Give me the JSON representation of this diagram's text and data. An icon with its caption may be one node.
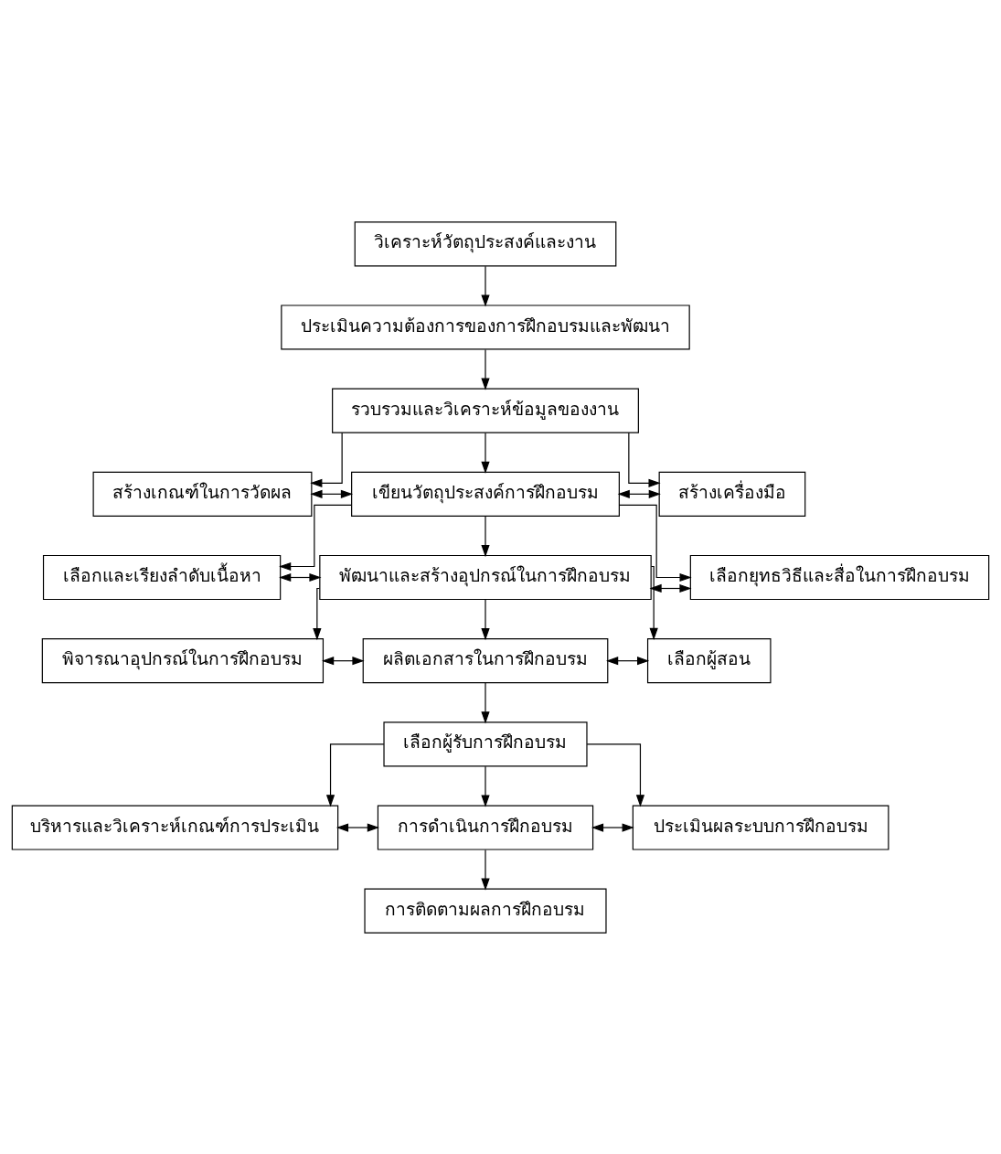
{
  "diagram": {
    "nodes": [
      {
        "text": [
          "วิเคราะห์วัตถุประสงค์และงาน"
        ]
      },
      {
        "text": [
          "ประเมินความต้องการของการฝึกอบรมและพัฒนา"
        ]
      },
      {
        "text": [
          "รวบรวมและวิเคราะห์ข้อมูลของงาน"
        ]
      },
      {
        "text": [
          "สร้างเกณฑ์ในการวัดผล"
        ]
      },
      {
        "text": [
          "เขียนวัตถุประสงค์การฝึกอบรม"
        ]
      },
      {
        "text": [
          "สร้างเครื่องมือ"
        ]
      },
      {
        "text": [
          "เลือกและเรียงลำดับเนื้อหา"
        ]
      },
      {
        "text": [
          "พัฒนาและสร้างอุปกรณ์ในการฝึกอบรม"
        ]
      },
      {
        "text": [
          "เลือกยุทธวิธีและสื่อในการฝึกอบรม"
        ]
      },
      {
        "text": [
          "พิจารณาอุปกรณ์ในการฝึกอบรม"
        ]
      },
      {
        "text": [
          "ผลิตเอกสารในการฝึกอบรม"
        ]
      },
      {
        "text": [
          "เลือกผู้สอน"
        ]
      },
      {
        "text": [
          "เลือกผู้รับการฝึกอบรม"
        ]
      },
      {
        "text": [
          "บริหารและวิเคราะห์เกณฑ์การประเมิน"
        ]
      },
      {
        "text": [
          "การดำเนินการฝึกอบรม"
        ]
      },
      {
        "text": [
          "ประเมินผลระบบการฝึกอบรม"
        ]
      },
      {
        "text": [
          "การติดตามผลการฝึกอบรม"
        ]
      }
    ],
    "edges": [
      {
        "from": 0,
        "to": 1,
        "arrow": "to"
      },
      {
        "from": 1,
        "to": 2,
        "arrow": "to"
      },
      {
        "from": 2,
        "to": 3,
        "arrow": "to"
      },
      {
        "from": 2,
        "to": 4,
        "arrow": "to"
      },
      {
        "from": 2,
        "to": 5,
        "arrow": "to"
      },
      {
        "from": 3,
        "to": 4,
        "arrow": "both"
      },
      {
        "from": 4,
        "to": 5,
        "arrow": "both"
      },
      {
        "from": 4,
        "to": 6,
        "arrow": "to"
      },
      {
        "from": 4,
        "to": 7,
        "arrow": "to"
      },
      {
        "from": 4,
        "to": 8,
        "arrow": "to"
      },
      {
        "from": 6,
        "to": 7,
        "arrow": "both"
      },
      {
        "from": 7,
        "to": 8,
        "arrow": "both"
      },
      {
        "from": 7,
        "to": 9,
        "arrow": "to"
      },
      {
        "from": 7,
        "to": 10,
        "arrow": "to"
      },
      {
        "from": 7,
        "to": 11,
        "arrow": "to"
      },
      {
        "from": 9,
        "to": 10,
        "arrow": "both"
      },
      {
        "from": 10,
        "to": 11,
        "arrow": "both"
      },
      {
        "from": 10,
        "to": 12,
        "arrow": "to"
      },
      {
        "from": 12,
        "to": 13,
        "arrow": "to"
      },
      {
        "from": 12,
        "to": 14,
        "arrow": "to"
      },
      {
        "from": 12,
        "to": 15,
        "arrow": "to"
      },
      {
        "from": 13,
        "to": 14,
        "arrow": "both"
      },
      {
        "from": 14,
        "to": 15,
        "arrow": "both"
      },
      {
        "from": 14,
        "to": 16,
        "arrow": "to"
      }
    ]
  }
}
